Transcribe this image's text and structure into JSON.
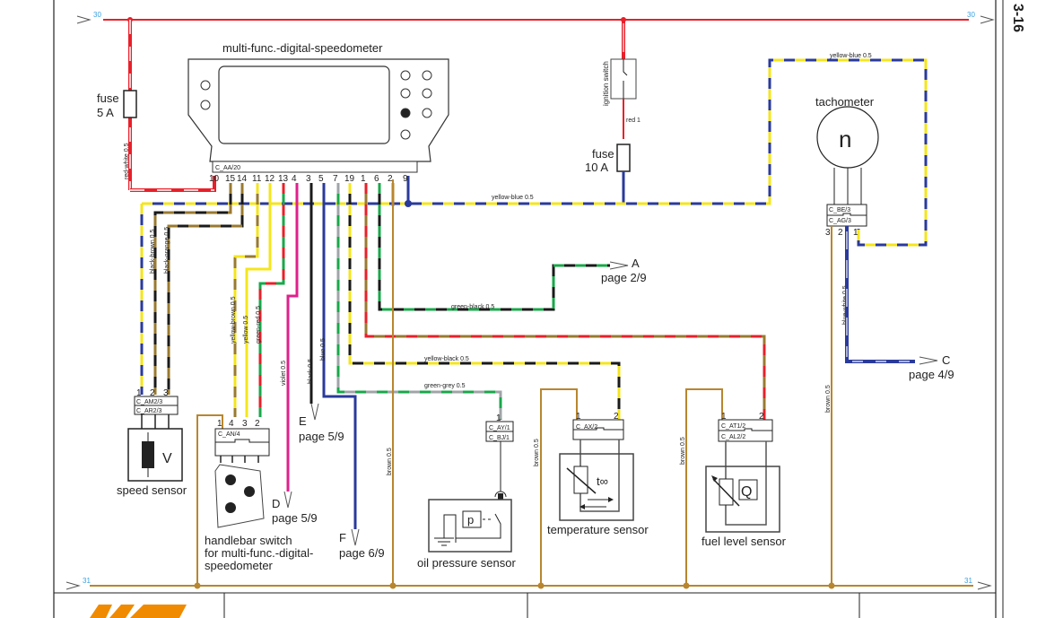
{
  "page": {
    "number": "3-16"
  },
  "rails": {
    "positive": "30",
    "ground": "31"
  },
  "components": {
    "speedometer": {
      "title": "multi-func.-digital-speedometer",
      "connector": "C_AA/20",
      "pins": [
        "10",
        "15",
        "14",
        "11",
        "12",
        "13",
        "4",
        "3",
        "5",
        "7",
        "19",
        "1",
        "6",
        "2",
        "9"
      ]
    },
    "fuse1": {
      "label": "fuse",
      "rating": "5 A"
    },
    "fuse2": {
      "label": "fuse",
      "rating": "10 A"
    },
    "ignition": {
      "label": "ignition switch"
    },
    "tachometer": {
      "title": "tachometer",
      "symbol": "n",
      "connector_top": "C_BE/3",
      "connector_bottom": "C_AG/3",
      "pins": [
        "3",
        "2",
        "1"
      ]
    },
    "speed_sensor": {
      "title": "speed sensor",
      "symbol": "V",
      "connector_top": "C_AM2/3",
      "connector_bottom": "C_AR2/3",
      "pins": [
        "1",
        "2",
        "3"
      ]
    },
    "handlebar": {
      "title_lines": [
        "handlebar switch",
        "for multi-func.-digital-",
        "speedometer"
      ],
      "connector": "C_AN/4",
      "pins": [
        "1",
        "4",
        "3",
        "2"
      ]
    },
    "oil": {
      "title": "oil pressure sensor",
      "symbol": "p",
      "connector_top": "C_AY/1",
      "connector_bottom": "C_BJ/1",
      "pin": "1"
    },
    "temp": {
      "title": "temperature sensor",
      "symbol": "t∞",
      "connector": "C_AX/2",
      "pins": [
        "1",
        "2"
      ]
    },
    "fuel": {
      "title": "fuel level sensor",
      "symbol": "Q",
      "connector_top": "C_AT1/2",
      "connector_bottom": "C_AL2/2",
      "pins": [
        "1",
        "2"
      ]
    }
  },
  "wires": {
    "red_white": "red-white 0.5",
    "red1": "red 1",
    "yellow_blue_top": "yellow-blue 0.5",
    "yellow_blue_mid": "yellow-blue 0.5",
    "black_brown": "black-brown 0.5",
    "black_orange": "black-orange 0.5",
    "yellow_brown": "yellow-brown 0.5",
    "yellow": "yellow 0.5",
    "green_red": "green-red 0.5",
    "violet": "violet 0.5",
    "black": "black 0.5",
    "blue": "blue 0.5",
    "green_black": "green-black 0.5",
    "yellow_black": "yellow-black 0.5",
    "green_grey": "green-grey 0.5",
    "blue_white": "blue-white 0.5",
    "brown1": "brown 0.5",
    "brown2": "brown 0.5",
    "brown3": "brown 0.5",
    "brown4": "brown 0.5"
  },
  "references": [
    {
      "letter": "A",
      "page": "page 2/9"
    },
    {
      "letter": "C",
      "page": "page 4/9"
    },
    {
      "letter": "D",
      "page": "page 5/9"
    },
    {
      "letter": "E",
      "page": "page 5/9"
    },
    {
      "letter": "F",
      "page": "page 6/9"
    }
  ],
  "colors": {
    "red": "#e8202a",
    "brown": "#b8862e",
    "blue": "#2a3a9c",
    "yellow": "#f5e51c",
    "green": "#18a84a",
    "black": "#1a1a1a",
    "violet": "#e0208c",
    "grey": "#a0a4a8",
    "olive": "#9a7a30",
    "logo": "#f08a00"
  }
}
